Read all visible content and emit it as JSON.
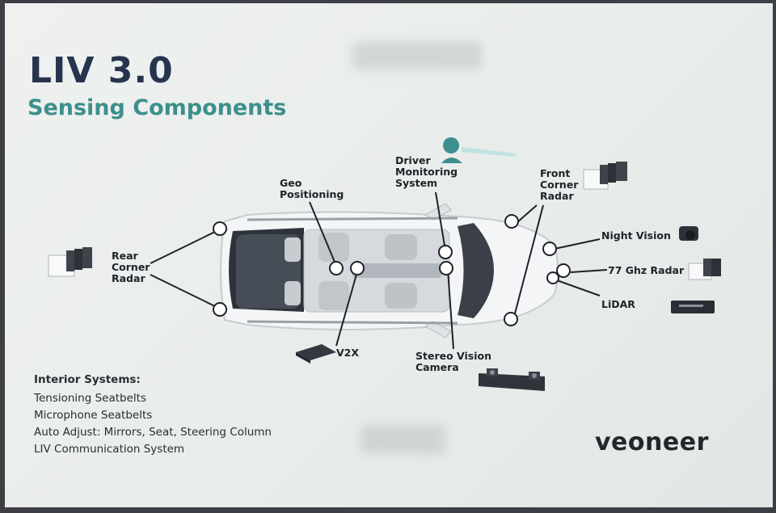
{
  "title": "LIV 3.0",
  "subtitle": "Sensing Components",
  "labels": {
    "rear_corner_radar": "Rear\nCorner\nRadar",
    "geo_positioning": "Geo\nPositioning",
    "driver_monitoring": "Driver\nMonitoring\nSystem",
    "front_corner_radar": "Front\nCorner\nRadar",
    "night_vision": "Night Vision",
    "radar_77ghz": "77 Ghz Radar",
    "lidar": "LiDAR",
    "v2x": "V2X",
    "stereo_vision": "Stereo Vision\nCamera"
  },
  "interior": {
    "heading": "Interior Systems:",
    "items": [
      "Tensioning Seatbelts",
      "Microphone Seatbelts",
      "Auto Adjust: Mirrors, Seat, Steering Column",
      "LIV Communication System"
    ]
  },
  "brand": "veoneer",
  "colors": {
    "title": "#27344d",
    "subtitle": "#3c8f8c",
    "background": "#eceff0"
  },
  "icons": [
    "driver-monitoring-icon",
    "rear-radar-icon",
    "front-radar-icon",
    "night-vision-camera-icon",
    "radar-77ghz-icon",
    "lidar-icon",
    "v2x-module-icon",
    "stereo-camera-icon"
  ]
}
